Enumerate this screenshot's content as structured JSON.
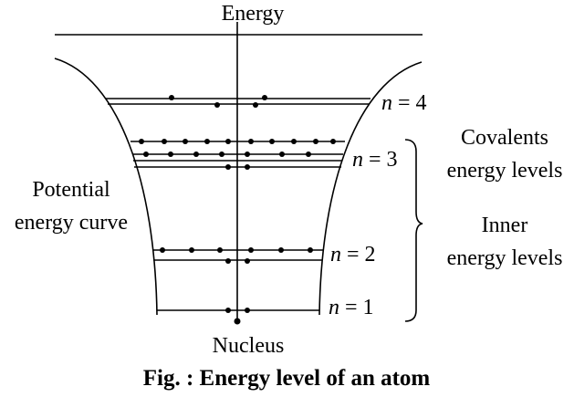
{
  "labels": {
    "energy_axis": "Energy",
    "nucleus": "Nucleus",
    "potential_curve": "Potential energy curve",
    "potential_curve_line1": "Potential",
    "potential_curve_line2": "energy curve",
    "covalent_line1": "Covalents",
    "covalent_line2": "energy levels",
    "inner_line1": "Inner",
    "inner_line2": "energy levels",
    "caption": "Fig. : Energy level of an atom"
  },
  "levels": [
    {
      "n_label": "n = 4",
      "n_symbol": "n",
      "n_value": "= 4",
      "n": 4
    },
    {
      "n_label": "n = 3",
      "n_symbol": "n",
      "n_value": "= 3",
      "n": 3
    },
    {
      "n_label": "n = 2",
      "n_symbol": "n",
      "n_value": "= 2",
      "n": 2
    },
    {
      "n_label": "n = 1",
      "n_symbol": "n",
      "n_value": "= 1",
      "n": 1
    }
  ]
}
